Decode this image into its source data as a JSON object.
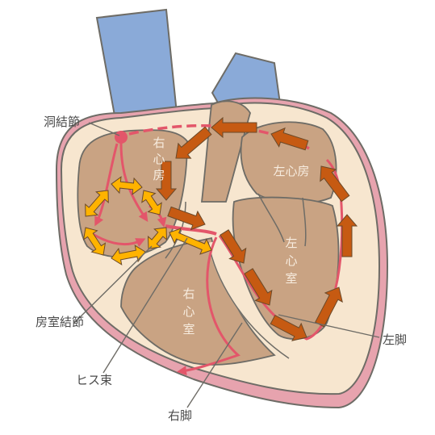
{
  "labels": {
    "sa_node": "洞結節",
    "av_node": "房室結節",
    "his_bundle": "ヒス束",
    "right_bundle": "右脚",
    "left_bundle": "左脚"
  },
  "chambers": {
    "right_atrium": [
      "右",
      "心",
      "房"
    ],
    "left_atrium": "左心房",
    "left_ventricle": [
      "左",
      "心",
      "室"
    ],
    "right_ventricle": [
      "右",
      "心",
      "室"
    ]
  },
  "colors": {
    "vessel": "#8aaad8",
    "muscle_outer": "#f7e6cf",
    "chamber": "#c9a383",
    "conduction": "#e3566a",
    "pericardium": "#e7a3ae",
    "arrow_orange": "#c65a12",
    "arrow_yellow": "#ffb300"
  }
}
